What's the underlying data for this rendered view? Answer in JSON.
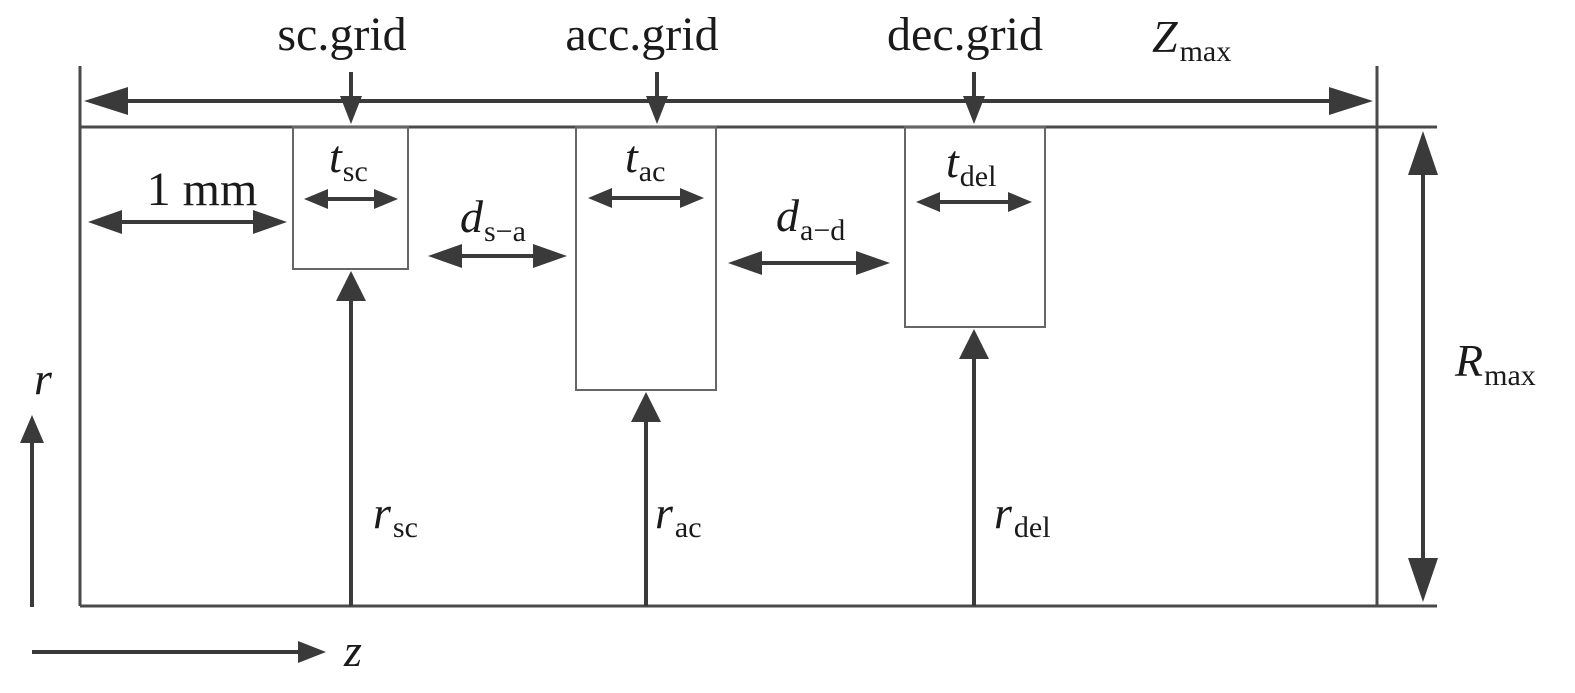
{
  "grids": {
    "screen": {
      "label": "sc.grid",
      "t_sym": "t",
      "t_sub": "sc",
      "r_sym": "r",
      "r_sub": "sc"
    },
    "accel": {
      "label": "acc.grid",
      "t_sym": "t",
      "t_sub": "ac",
      "r_sym": "r",
      "r_sub": "ac"
    },
    "decel": {
      "label": "dec.grid",
      "t_sym": "t",
      "t_sub": "del",
      "r_sym": "r",
      "r_sub": "del"
    }
  },
  "gaps": {
    "upstream": "1 mm",
    "s_a": {
      "sym": "d",
      "sub": "s−a"
    },
    "a_d": {
      "sym": "d",
      "sub": "a−d"
    }
  },
  "domain": {
    "z_max": {
      "sym": "Z",
      "sub": "max"
    },
    "r_max": {
      "sym": "R",
      "sub": "max"
    }
  },
  "axes": {
    "r": "r",
    "z": "z"
  }
}
